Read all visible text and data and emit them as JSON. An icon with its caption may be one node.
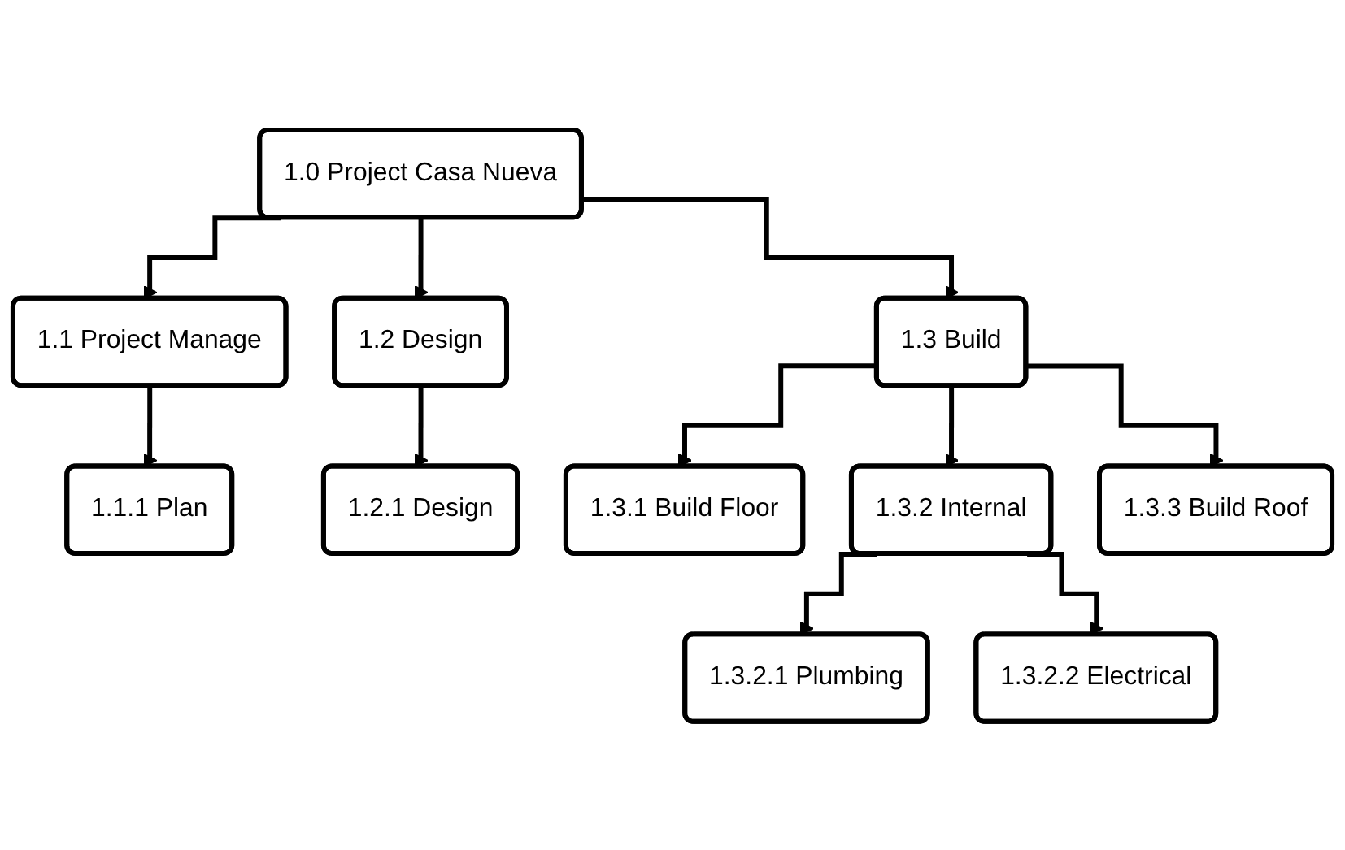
{
  "diagram": {
    "nodes": [
      {
        "text": [
          "1.0 Project Casa Nueva"
        ]
      },
      {
        "text": [
          "1.1 Project Manage"
        ]
      },
      {
        "text": [
          "1.2 Design"
        ]
      },
      {
        "text": [
          "1.3 Build"
        ]
      },
      {
        "text": [
          "1.1.1 Plan"
        ]
      },
      {
        "text": [
          "1.2.1 Design"
        ]
      },
      {
        "text": [
          "1.3.1 Build Floor"
        ]
      },
      {
        "text": [
          "1.3.2 Internal"
        ]
      },
      {
        "text": [
          "1.3.3 Build Roof"
        ]
      },
      {
        "text": [
          "1.3.2.1 Plumbing"
        ]
      },
      {
        "text": [
          "1.3.2.2 Electrical"
        ]
      }
    ],
    "edges": [
      {
        "from": 0,
        "to": 1,
        "arrow": "to"
      },
      {
        "from": 0,
        "to": 2,
        "arrow": "to"
      },
      {
        "from": 0,
        "to": 3,
        "arrow": "to"
      },
      {
        "from": 1,
        "to": 4,
        "arrow": "to"
      },
      {
        "from": 2,
        "to": 5,
        "arrow": "to"
      },
      {
        "from": 3,
        "to": 6,
        "arrow": "to"
      },
      {
        "from": 3,
        "to": 7,
        "arrow": "to"
      },
      {
        "from": 3,
        "to": 8,
        "arrow": "to"
      },
      {
        "from": 7,
        "to": 9,
        "arrow": "to"
      },
      {
        "from": 7,
        "to": 10,
        "arrow": "to"
      }
    ]
  }
}
